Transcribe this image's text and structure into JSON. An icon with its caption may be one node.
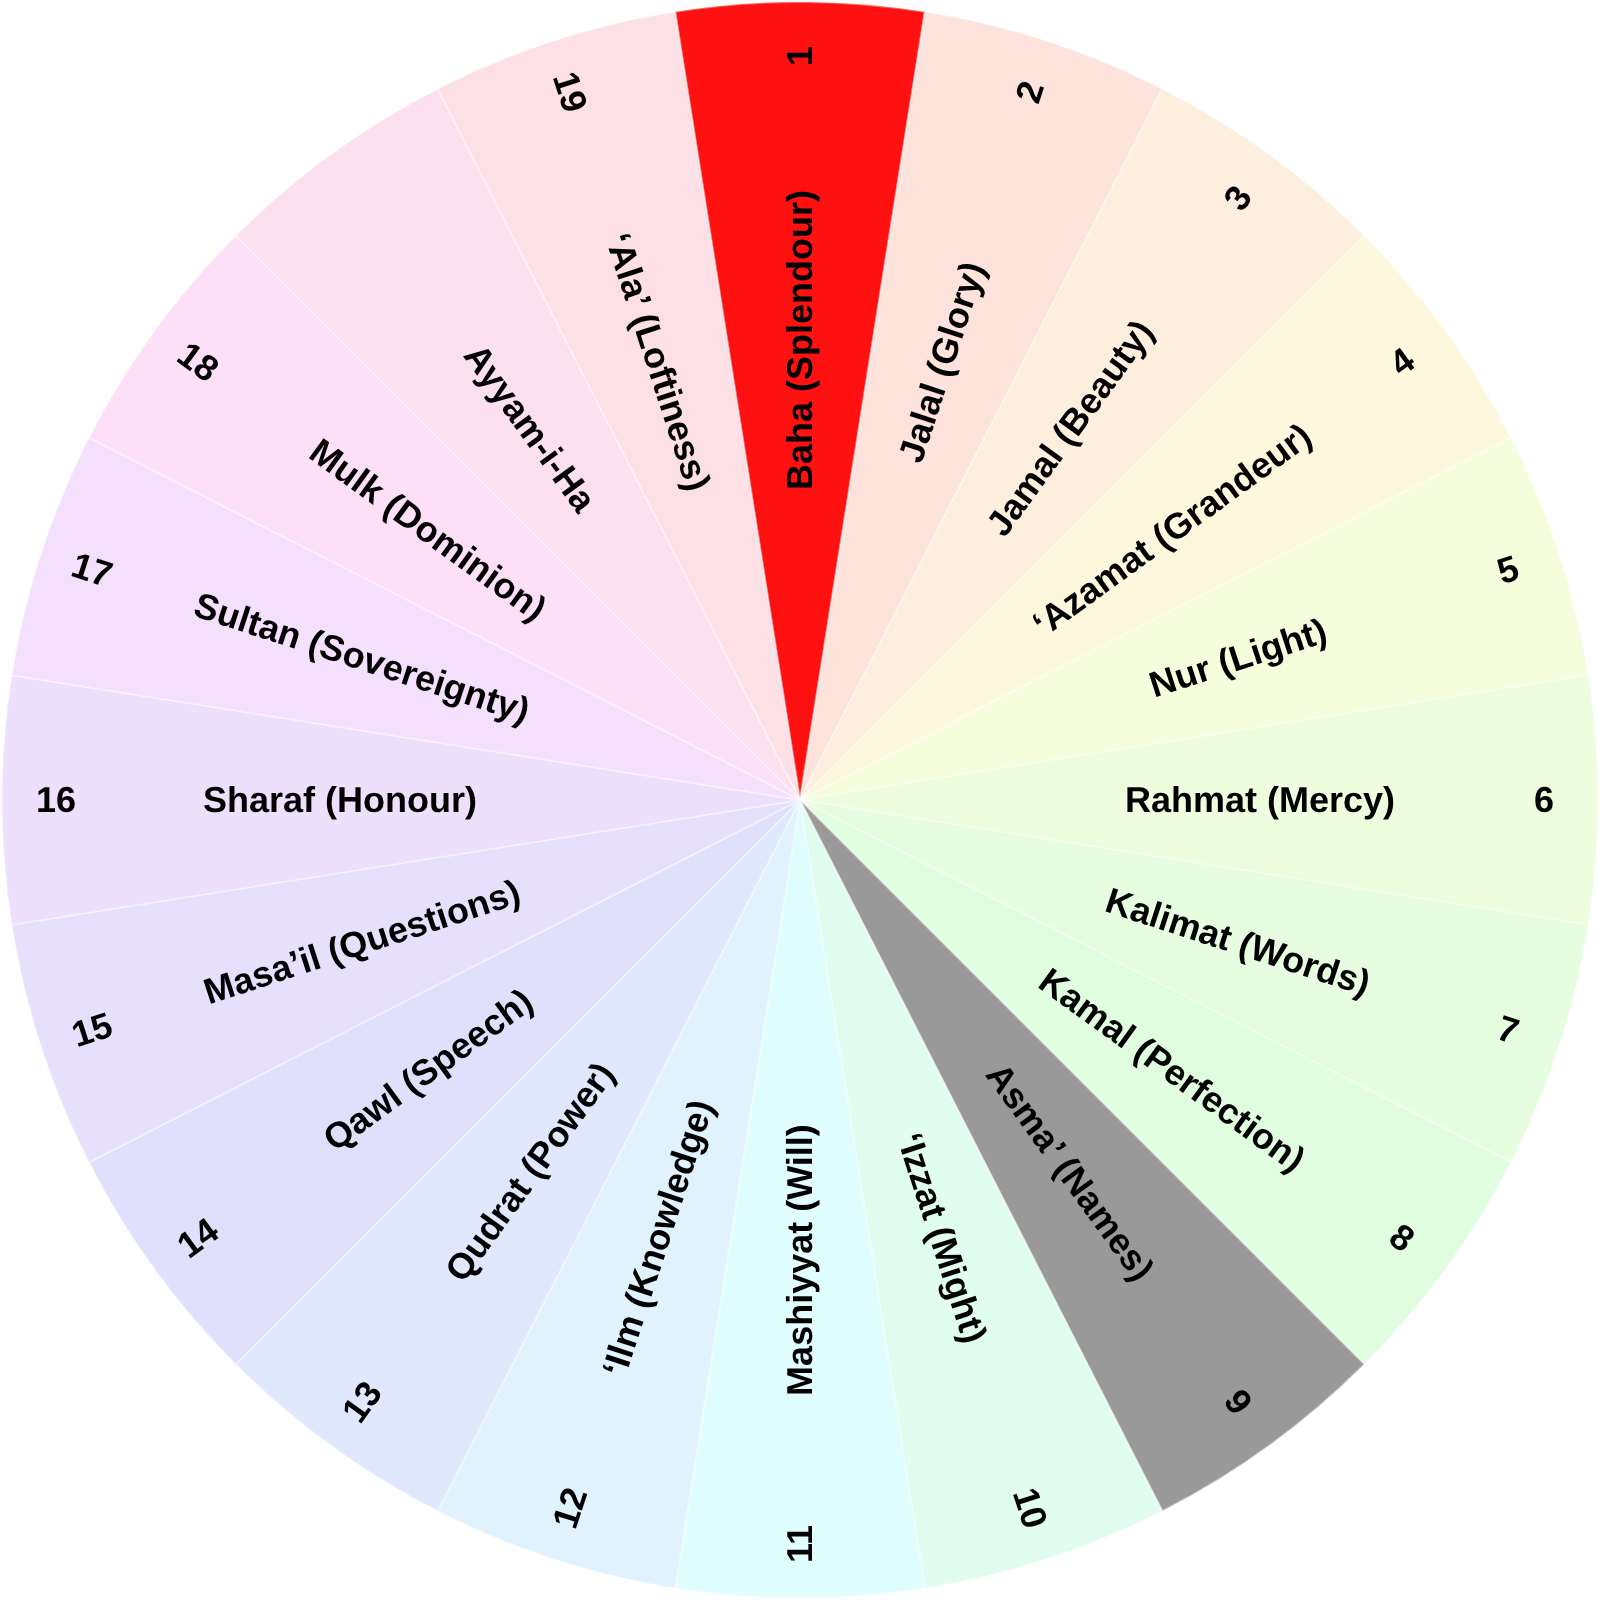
{
  "diagram": {
    "nodes": [
      {
        "text": [
          "Baha (Splendour)",
          "1"
        ]
      },
      {
        "text": [
          "Jalal (Glory)",
          "2"
        ]
      },
      {
        "text": [
          "Jamal (Beauty)",
          "3"
        ]
      },
      {
        "text": [
          "‘Azamat (Grandeur)",
          "4"
        ]
      },
      {
        "text": [
          "Nur (Light)",
          "5"
        ]
      },
      {
        "text": [
          "Rahmat (Mercy)",
          "6"
        ]
      },
      {
        "text": [
          "Kalimat (Words)",
          "7"
        ]
      },
      {
        "text": [
          "Kamal (Perfection)",
          "8"
        ]
      },
      {
        "text": [
          "Asma’ (Names)",
          "9"
        ]
      },
      {
        "text": [
          "‘Izzat (Might)",
          "10"
        ]
      },
      {
        "text": [
          "11",
          "Mashiyyat (Will)"
        ]
      },
      {
        "text": [
          "12",
          "‘Ilm (Knowledge)"
        ]
      },
      {
        "text": [
          "13",
          "Qudrat (Power)"
        ]
      },
      {
        "text": [
          "14",
          "Qawl (Speech)"
        ]
      },
      {
        "text": [
          "15",
          "Masa’il (Questions)"
        ]
      },
      {
        "text": [
          "16",
          "Sharaf (Honour)"
        ]
      },
      {
        "text": [
          "17",
          "Sultan (Sovereignty)"
        ]
      },
      {
        "text": [
          "18",
          "Mulk (Dominion)"
        ]
      },
      {
        "text": [
          "Ayyam-i-Ha"
        ]
      },
      {
        "text": [
          "19",
          "‘Ala’ (Loftiness)"
        ]
      }
    ]
  }
}
